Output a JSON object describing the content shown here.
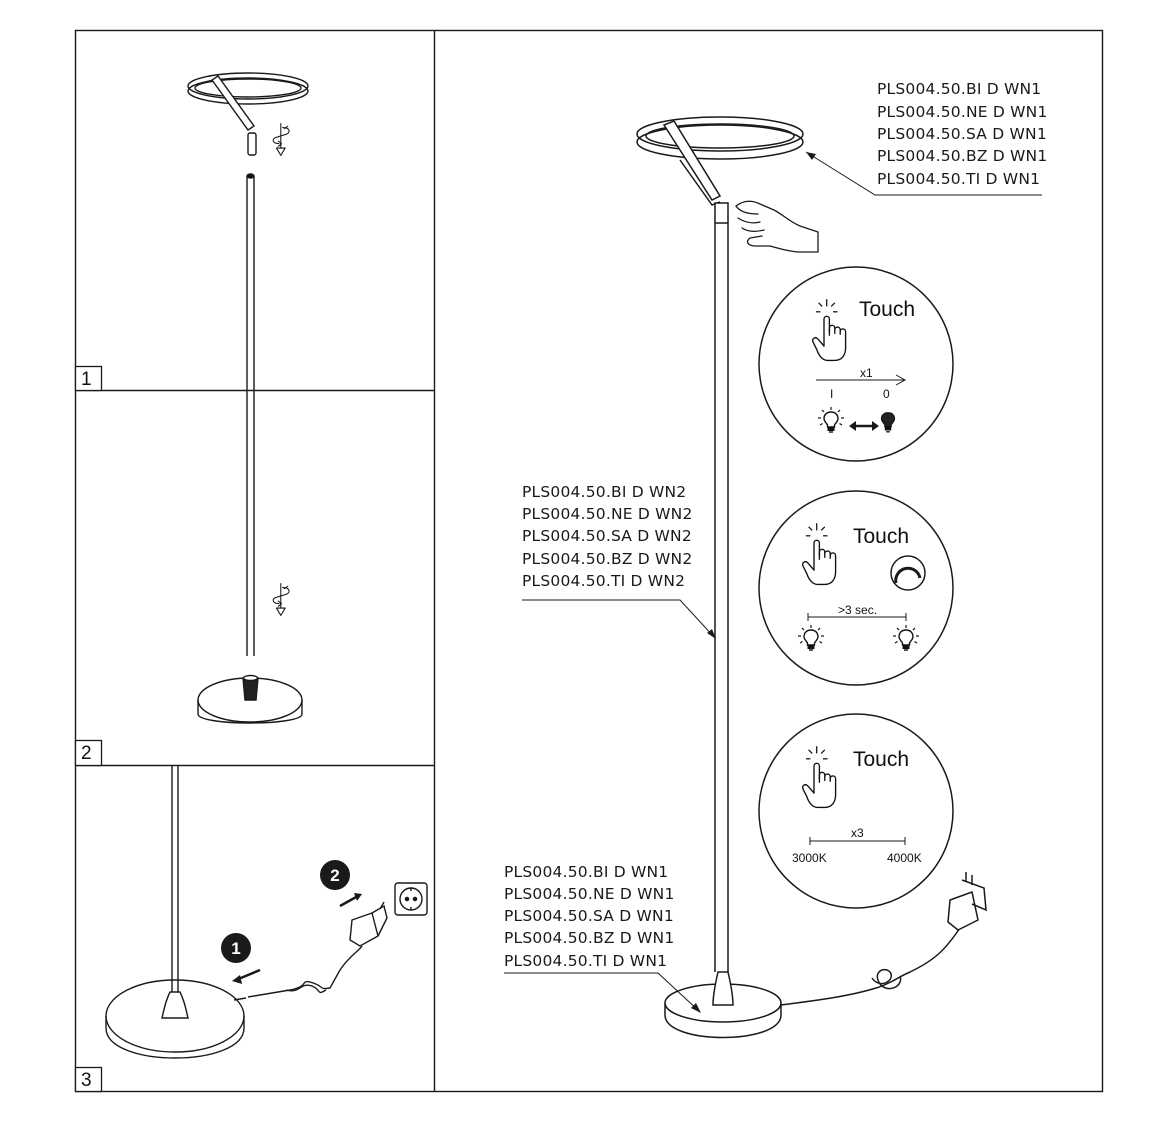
{
  "steps": [
    {
      "number": "1"
    },
    {
      "number": "2"
    },
    {
      "number": "3",
      "callouts": [
        "1",
        "2"
      ]
    }
  ],
  "part_labels": {
    "head_models": [
      "PLS004.50.BI D WN1",
      "PLS004.50.NE D WN1",
      "PLS004.50.SA D WN1",
      "PLS004.50.BZ D WN1",
      "PLS004.50.TI D WN1"
    ],
    "pole_models": [
      "PLS004.50.BI D WN2",
      "PLS004.50.NE D WN2",
      "PLS004.50.SA D WN2",
      "PLS004.50.BZ D WN2",
      "PLS004.50.TI D WN2"
    ],
    "base_models": [
      "PLS004.50.BI D WN1",
      "PLS004.50.NE D WN1",
      "PLS004.50.SA D WN1",
      "PLS004.50.BZ D WN1",
      "PLS004.50.TI D WN1"
    ]
  },
  "touch_panels": [
    {
      "label": "Touch",
      "count": "x1",
      "left_mark": "I",
      "right_mark": "0"
    },
    {
      "label": "Touch",
      "duration": ">3 sec."
    },
    {
      "label": "Touch",
      "count": "x3",
      "left_value": "3000K",
      "right_value": "4000K"
    }
  ],
  "colors": {
    "line": "#1a1a1a",
    "background": "#ffffff",
    "badge": "#1a1a1a"
  },
  "icons": [
    "ring-lamp-head-icon",
    "twist-lock-arrow-icon",
    "hand-touch-icon",
    "finger-tap-icon",
    "bulb-on-icon",
    "bulb-off-icon",
    "dimmer-dial-icon",
    "power-adapter-icon",
    "wall-socket-icon"
  ]
}
